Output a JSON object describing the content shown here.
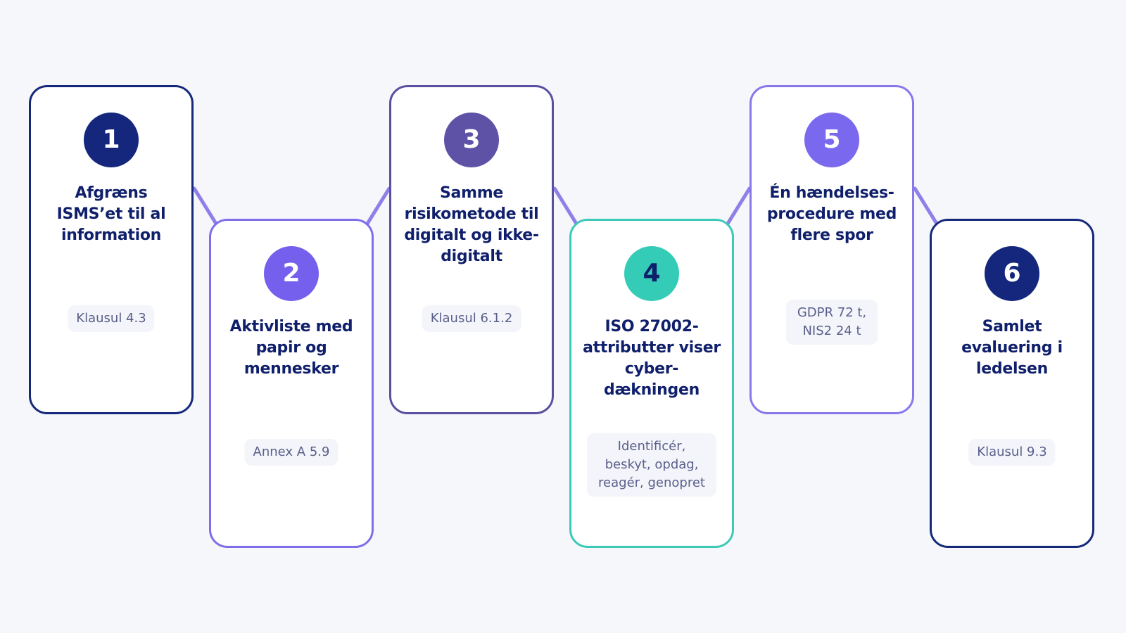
{
  "steps": [
    {
      "number": "1",
      "title": "Afgræns ISMS’et til al information",
      "reference": "Klausul 4.3"
    },
    {
      "number": "2",
      "title": "Aktivliste med papir og mennesker",
      "reference": "Annex A 5.9"
    },
    {
      "number": "3",
      "title": "Samme risikometode til digitalt og ikke-digitalt",
      "reference": "Klausul 6.1.2"
    },
    {
      "number": "4",
      "title": "ISO 27002-attributter viser cyber-dækningen",
      "reference": "Identificér, beskyt, opdag, reagér, genopret"
    },
    {
      "number": "5",
      "title": "Én hændelses-procedure med flere spor",
      "reference": "GDPR 72 t, NIS2 24 t"
    },
    {
      "number": "6",
      "title": "Samlet evaluering i ledelsen",
      "reference": "Klausul 9.3"
    }
  ],
  "colors": {
    "background": "#f5f7fb",
    "navy": "#16287a",
    "purple": "#7f6ee8",
    "slate_purple": "#5a509f",
    "teal": "#3cc9b7",
    "connector": "#8f7fe9",
    "reference_text": "#5a5f8a"
  }
}
